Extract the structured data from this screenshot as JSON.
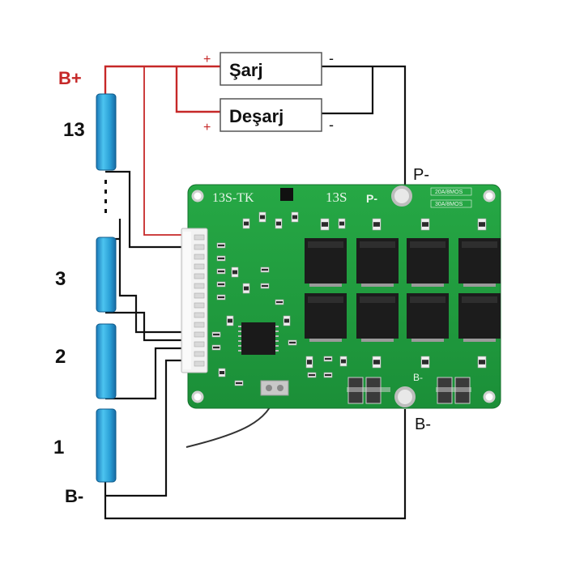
{
  "terminals": {
    "b_plus": "B+",
    "b_minus_left": "B-",
    "p_minus": "P-",
    "b_minus_right": "B-"
  },
  "cells": [
    "13",
    "3",
    "2",
    "1"
  ],
  "loads": {
    "charge": {
      "label": "Şarj",
      "plus": "+",
      "minus": "-"
    },
    "discharge": {
      "label": "Deşarj",
      "plus": "+",
      "minus": "-"
    }
  },
  "pcb": {
    "model_text": "13S-TK",
    "series_text": "13S",
    "p_pad_text": "P-",
    "b_pad_text": "B-",
    "rating_1": "20A/8MOS",
    "rating_2": "30A/8MOS"
  },
  "colors": {
    "pcb_green": "#1f9a3e",
    "wire_red": "#c62828",
    "wire_black": "#111111",
    "cell_blue": "#2a9fd6"
  }
}
